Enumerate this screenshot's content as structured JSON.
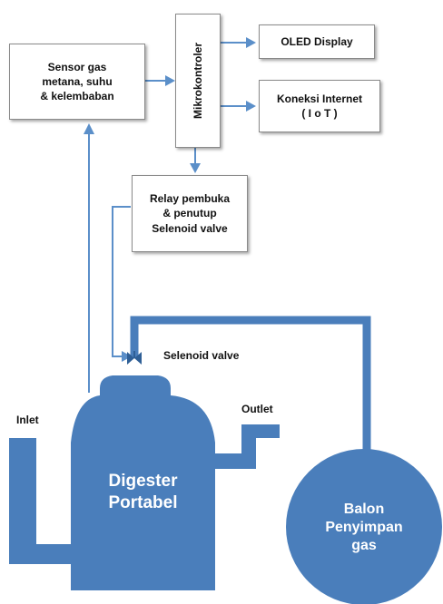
{
  "colors": {
    "line": "#5b8fc9",
    "fill": "#4a7ebb",
    "box_border": "#8a8a8a",
    "text": "#111111"
  },
  "boxes": {
    "sensor": "Sensor gas\nmetana, suhu\n& kelembaban",
    "mcu": "Mikrokontroler",
    "oled": "OLED Display",
    "internet": "Koneksi Internet\n( I o T )",
    "relay": "Relay pembuka\n& penutup\nSelenoid valve"
  },
  "labels": {
    "valve": "Selenoid valve",
    "inlet": "Inlet",
    "outlet": "Outlet",
    "digester": "Digester\nPortabel",
    "balloon": "Balon\nPenyimpan\ngas"
  },
  "icons": [
    "arrow-icon",
    "valve-icon"
  ]
}
